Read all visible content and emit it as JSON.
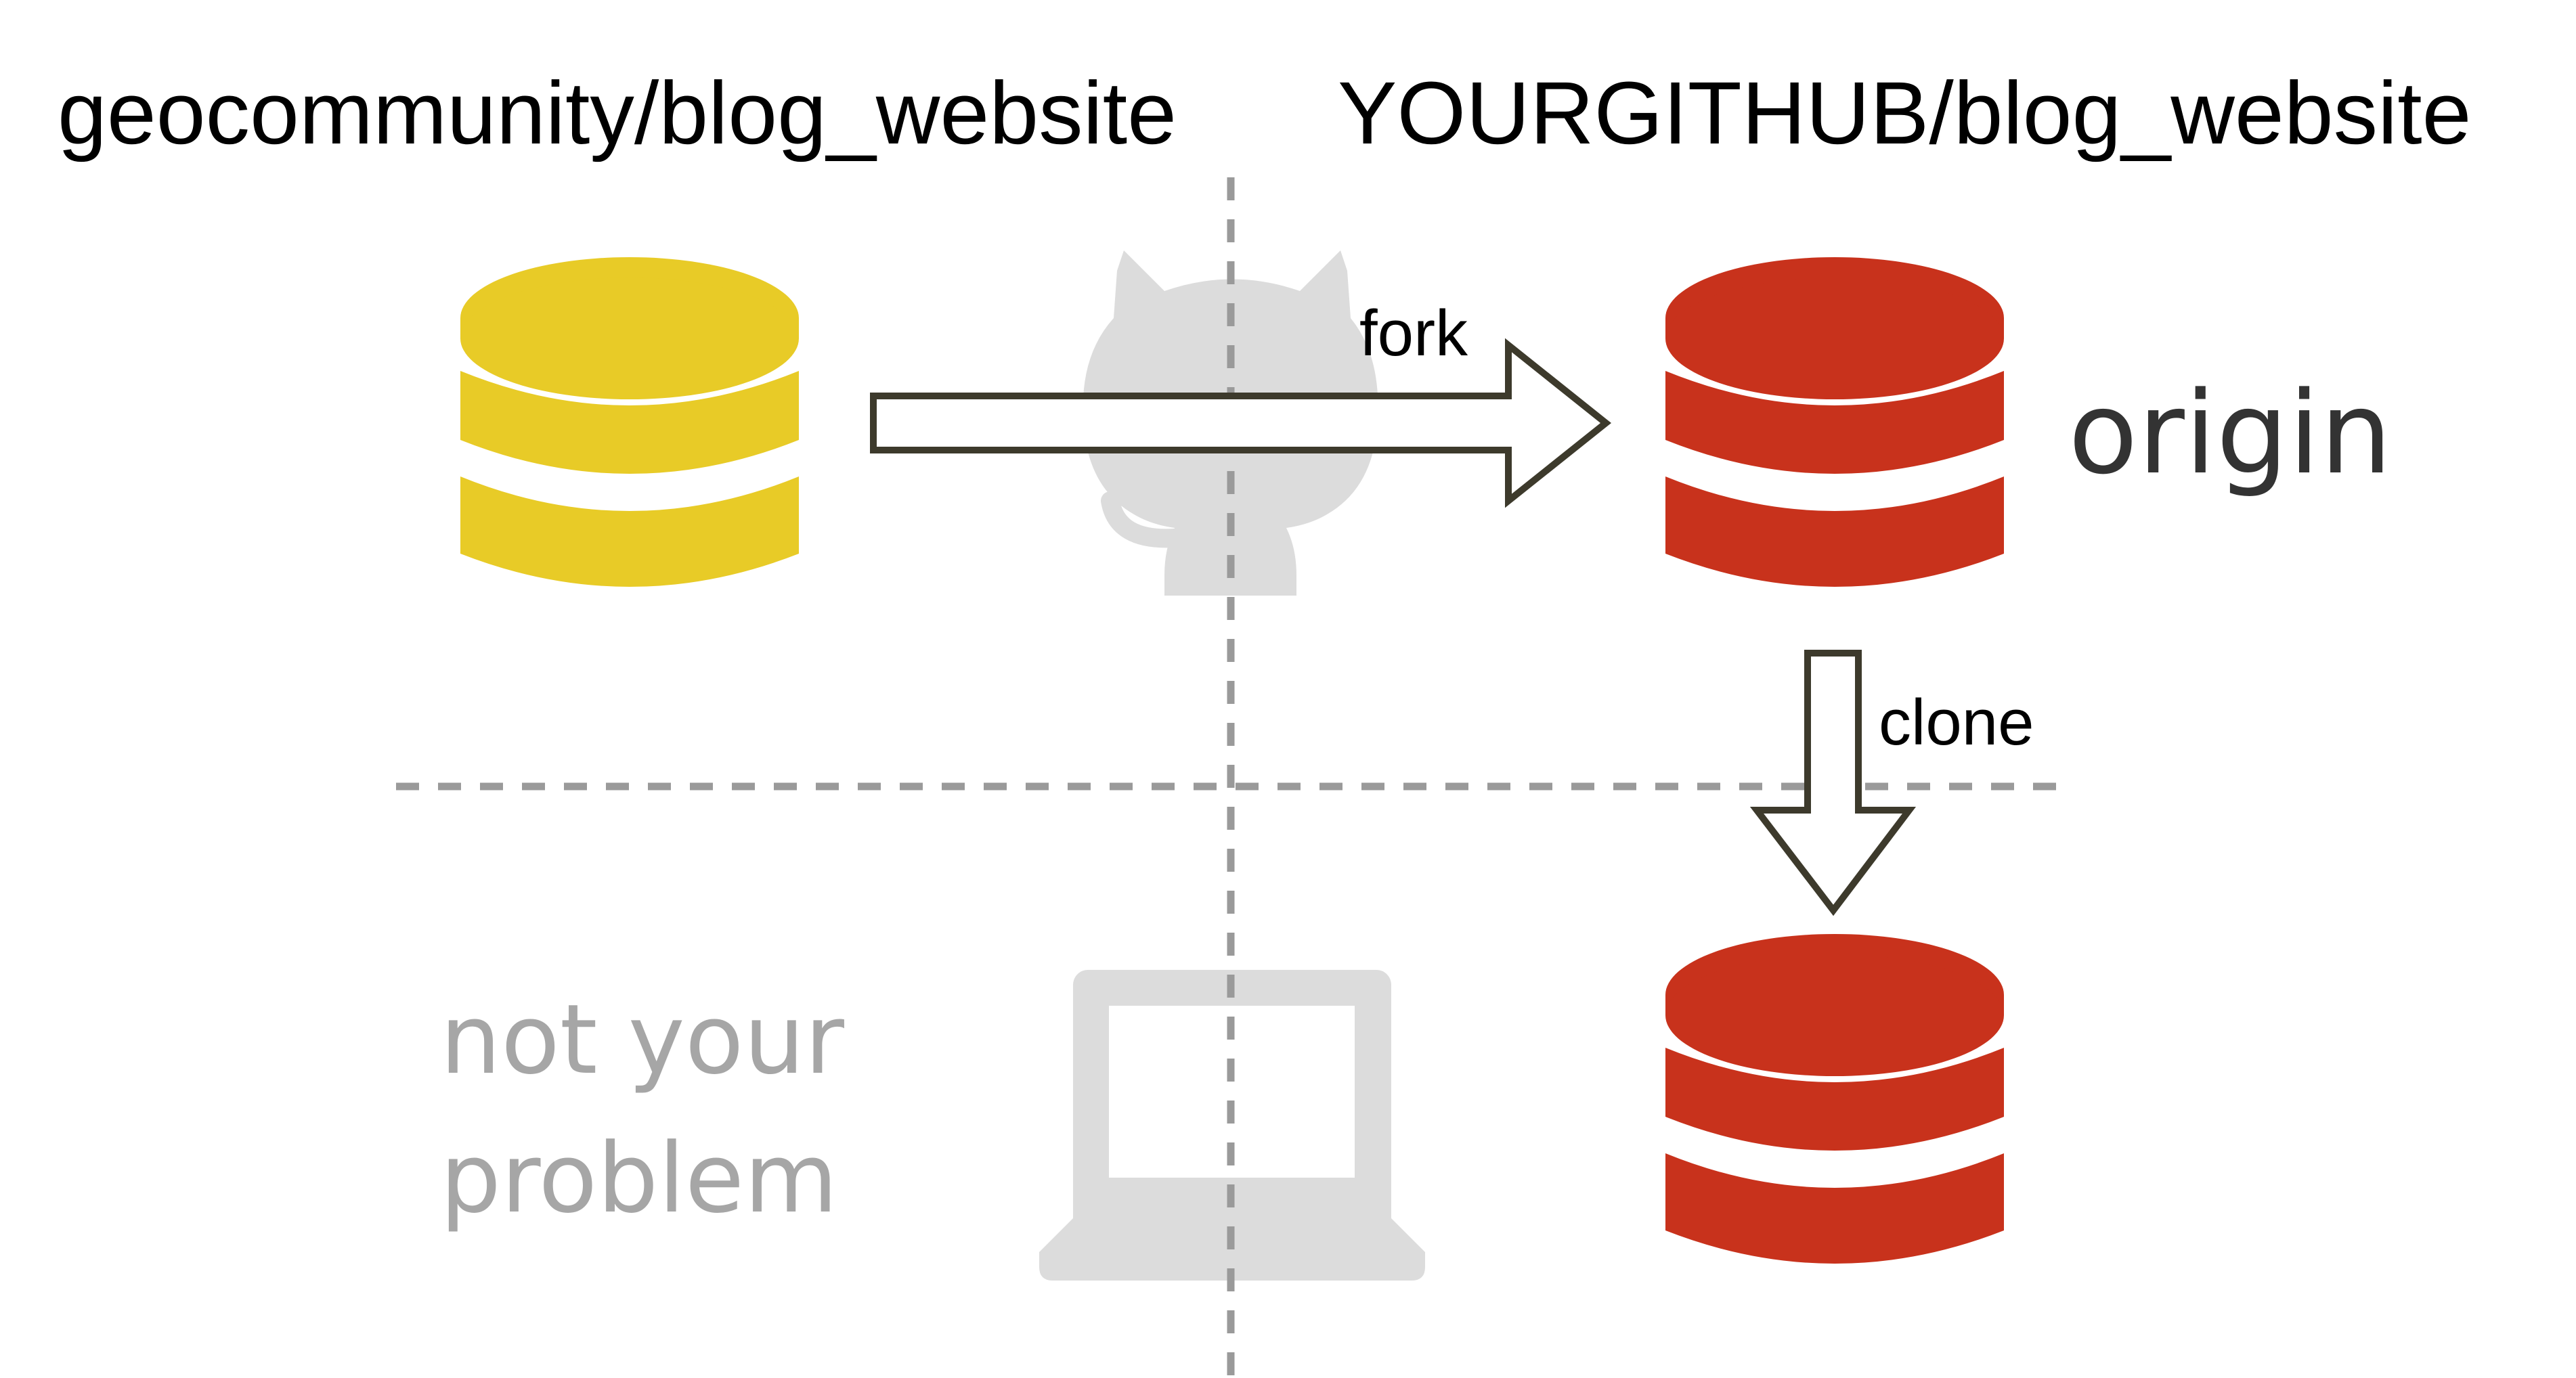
{
  "titles": {
    "upstream": "geocommunity/blog_website",
    "fork": "YOURGITHUB/blog_website"
  },
  "arrows": {
    "fork_label": "fork",
    "clone_label": "clone"
  },
  "labels": {
    "origin": "origin",
    "not_your_line1": "not your",
    "not_your_line2": "problem"
  },
  "colors": {
    "upstream_db": "#E8CB27",
    "fork_db": "#C8321C",
    "arrow_stroke": "#3D3A2C",
    "divider": "#9A9A9A",
    "faded_icon": "#DCDCDC",
    "origin_text": "#333333",
    "not_your_text": "#A6A6A6"
  },
  "icons": {
    "upstream_repo": "database-icon",
    "fork_repo": "database-icon",
    "local_repo": "database-icon",
    "remote_host": "github-octocat-icon",
    "local_machine": "laptop-icon"
  }
}
